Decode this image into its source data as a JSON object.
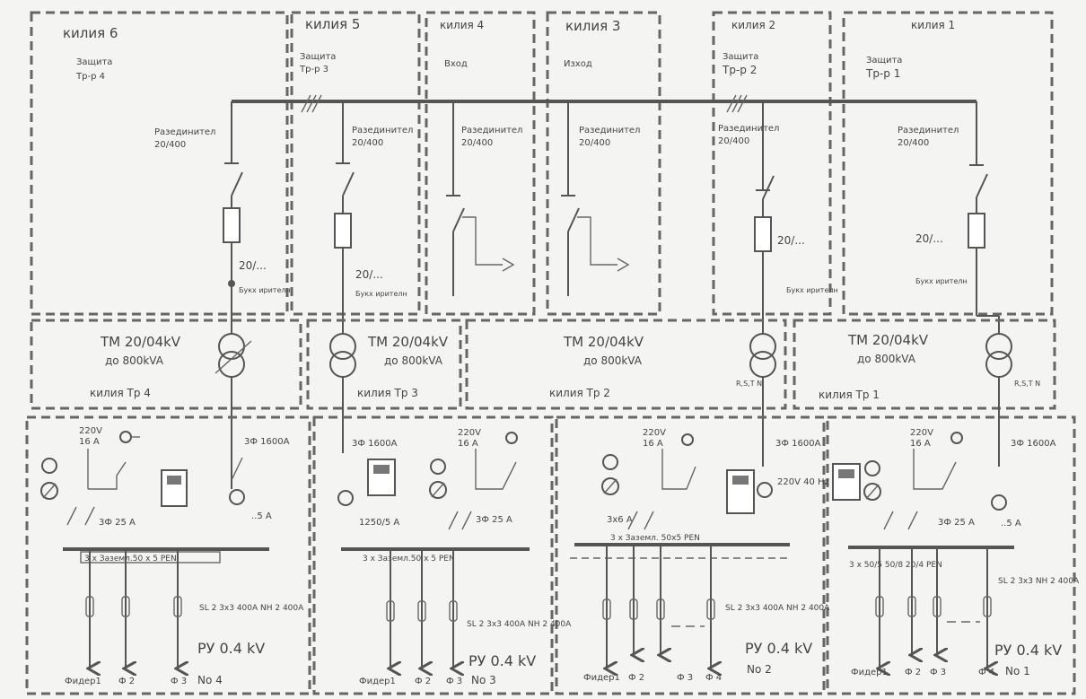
{
  "cells": [
    {
      "title": "килия 6",
      "sub1": "Защита",
      "sub2": "Тр-р 4",
      "disconnector": "Разединител",
      "rating": "20/400",
      "fuse_label": "20/...",
      "small": "Букх ирителн"
    },
    {
      "title": "килия 5",
      "sub1": "Защита",
      "sub2": "Тр-р 3",
      "disconnector": "Разединител",
      "rating": "20/400",
      "fuse_label": "20/...",
      "small": "Букх ирителн"
    },
    {
      "title": "килия 4",
      "sub1": "Вход",
      "sub2": "",
      "disconnector": "Разединител",
      "rating": "20/400",
      "fuse_label": "",
      "small": ""
    },
    {
      "title": "килия 3",
      "sub1": "Изход",
      "sub2": "",
      "disconnector": "Разединител",
      "rating": "20/400",
      "fuse_label": "",
      "small": ""
    },
    {
      "title": "килия 2",
      "sub1": "Защита",
      "sub2": "Тр-р 2",
      "disconnector": "Разединител",
      "rating": "20/400",
      "fuse_label": "20/...",
      "small": "Букх ирителн"
    },
    {
      "title": "килия 1",
      "sub1": "Защита",
      "sub2": "Тр-р 1",
      "disconnector": "Разединител",
      "rating": "20/400",
      "fuse_label": "20/...",
      "small": "Букх ирителн"
    }
  ],
  "transformers": [
    {
      "line1": "ТМ 20/04kV",
      "line2": "до 800kVA",
      "cell": "килия Тр 4",
      "phase": ""
    },
    {
      "line1": "ТМ 20/04kV",
      "line2": "до 800kVA",
      "cell": "килия Тр 3",
      "phase": ""
    },
    {
      "line1": "ТМ 20/04kV",
      "line2": "до 800kVA",
      "cell": "килия Тр 2",
      "phase": "R,S,T N"
    },
    {
      "line1": "ТМ 20/04kV",
      "line2": "до 800kVA",
      "cell": "килия Тр 1",
      "phase": "R,S,T N"
    }
  ],
  "lv_panels": [
    {
      "voltage": "220V",
      "current": "16 A",
      "breaker": "3Ф 1600A",
      "aux": "3Ф 25 A",
      "bus": "3 x Заземл.50 x 5 PEN",
      "ct": "..5 A",
      "fuses": "SL 2 3x3 400A NH 2 400A",
      "ru": "РУ 0.4 kV",
      "no": "No 4",
      "f1": "Фидер1",
      "f2": "Ф 2",
      "f3": "Ф 3"
    },
    {
      "voltage": "220V",
      "current": "16 A",
      "breaker": "3Ф 1600A",
      "aux": "3Ф 25 A",
      "bus": "3 x Заземл.50 x 5 PEN",
      "ct": "1250/5 A",
      "fuses": "SL 2 3x3 400A NH 2 400A",
      "ru": "РУ 0.4 kV",
      "no": "No 3",
      "f1": "Фидер1",
      "f2": "Ф 2",
      "f3": "Ф 3"
    },
    {
      "voltage": "220V",
      "current": "16 A",
      "breaker": "3Ф 1600A",
      "aux": "3x6 A",
      "bus": "3 x Заземл. 50x5 PEN",
      "ct": "220V 40 Hz",
      "fuses": "SL 2 3x3 400A NH 2 400A",
      "ru": "РУ 0.4 kV",
      "no": "No 2",
      "f1": "Фидер1",
      "f2": "Ф 2",
      "f3": "Ф 3",
      "f4": "Ф 4"
    },
    {
      "voltage": "220V",
      "current": "16 A",
      "breaker": "3Ф 1600A",
      "aux": "3Ф 25 A",
      "bus": "3 x 50/5 50/8 20/4 PEN",
      "ct": "..5 A",
      "fuses": "SL 2 3x3 NH 2 400A",
      "ru": "РУ 0.4 kV",
      "no": "No 1",
      "f1": "Фидер1",
      "f2": "Ф 2",
      "f3": "Ф 3",
      "f4": "Ф 4"
    }
  ]
}
